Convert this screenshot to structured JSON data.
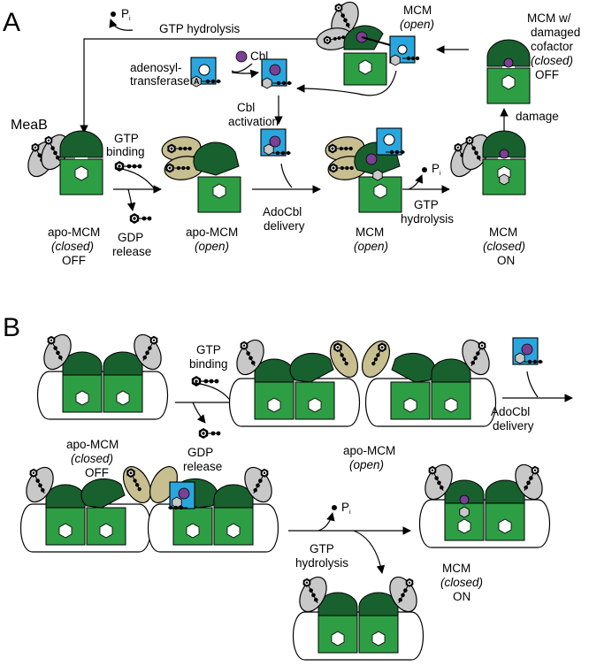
{
  "panels": {
    "a": "A",
    "b": "B"
  },
  "a": {
    "gtp_hydrolysis_top": "GTP hydrolysis",
    "pi_top": "P",
    "pi_sub": "i",
    "mcm_open_top_1": "MCM",
    "mcm_open_top_2": "(open)",
    "damaged": [
      "MCM w/",
      "damaged",
      "cofactor",
      "(closed)",
      "OFF"
    ],
    "adenosyltransferase": [
      "adenosyl-",
      "transferase"
    ],
    "cbl": "Cbl",
    "cbl_activation": [
      "Cbl",
      "activation"
    ],
    "meab": "MeaB",
    "gtp_binding": [
      "GTP",
      "binding"
    ],
    "gdp_release": [
      "GDP",
      "release"
    ],
    "damage": "damage",
    "apo_closed": [
      "apo-MCM",
      "(closed)",
      "OFF"
    ],
    "apo_open": [
      "apo-MCM",
      "(open)"
    ],
    "adocbl_delivery": [
      "AdoCbl",
      "delivery"
    ],
    "mcm_open": [
      "MCM",
      "(open)"
    ],
    "gtp_hydrolysis_mid": [
      "GTP",
      "hydrolysis"
    ],
    "pi_mid": "P",
    "pi_mid_sub": "i",
    "mcm_closed_on": [
      "MCM",
      "(closed)",
      "ON"
    ]
  },
  "b": {
    "gtp_binding": [
      "GTP",
      "binding"
    ],
    "gdp_release": [
      "GDP",
      "release"
    ],
    "apo_closed": [
      "apo-MCM",
      "(closed)",
      "OFF"
    ],
    "apo_open": [
      "apo-MCM",
      "(open)"
    ],
    "adocbl_delivery": [
      "AdoCbl",
      "delivery"
    ],
    "pi": "P",
    "pi_sub": "i",
    "gtp_hydrolysis": [
      "GTP",
      "hydrolysis"
    ],
    "mcm_closed_on": [
      "MCM",
      "(closed)",
      "ON"
    ]
  },
  "glyphs": {
    "g": "G",
    "a": "A"
  },
  "colors": {
    "mcm_light_green": "#2e9e44",
    "mcm_dark_green": "#19602f",
    "meab_gray": "#c8c8c8",
    "meab_open_tan": "#c8bf91",
    "cbl_box_blue": "#2aa6de",
    "cobalamin_purple": "#7b3f93"
  }
}
